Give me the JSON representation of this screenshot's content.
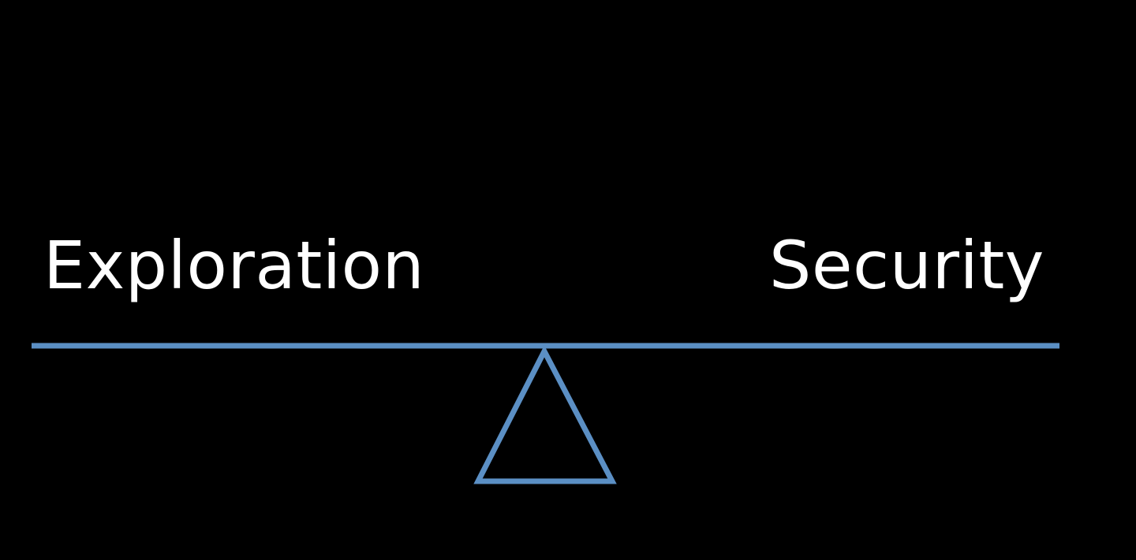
{
  "diagram": {
    "left_label": "Exploration",
    "right_label": "Security",
    "colors": {
      "background": "#000000",
      "text": "#ffffff",
      "line": "#5b8fc4"
    },
    "icons": [
      "balance-beam",
      "fulcrum-triangle"
    ]
  }
}
